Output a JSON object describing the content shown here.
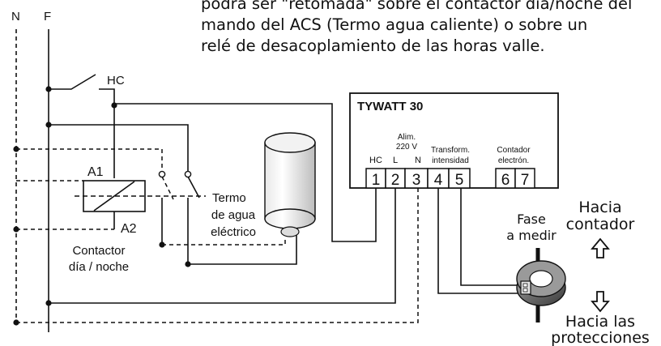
{
  "intro_text": {
    "line1": "podrá ser \"retomada\" sobre el contactor día/noche del",
    "line2": "mando del ACS (Termo agua caliente) o sobre un",
    "line3": "relé de desacoplamiento de las horas valle."
  },
  "lines": {
    "neutral": "N",
    "phase": "F"
  },
  "hc_switch_label": "HC",
  "contactor": {
    "a1": "A1",
    "a2": "A2",
    "label_line1": "Contactor",
    "label_line2": "día / noche"
  },
  "heater": {
    "line1": "Termo",
    "line2": "de agua",
    "line3": "eléctrico"
  },
  "device": {
    "name": "TYWATT 30",
    "alim_line1": "Alim.",
    "alim_line2": "220 V",
    "col_hc": "HC",
    "col_l": "L",
    "col_n": "N",
    "transf_line1": "Transform.",
    "transf_line2": "intensidad",
    "counter_line1": "Contador",
    "counter_line2": "electrón.",
    "terminals": [
      "1",
      "2",
      "3",
      "4",
      "5",
      "6",
      "7"
    ]
  },
  "fase": {
    "line1": "Fase",
    "line2": "a medir"
  },
  "direction_up": {
    "line1": "Hacia",
    "line2": "contador"
  },
  "direction_down": {
    "line1": "Hacia las",
    "line2": "protecciones"
  }
}
